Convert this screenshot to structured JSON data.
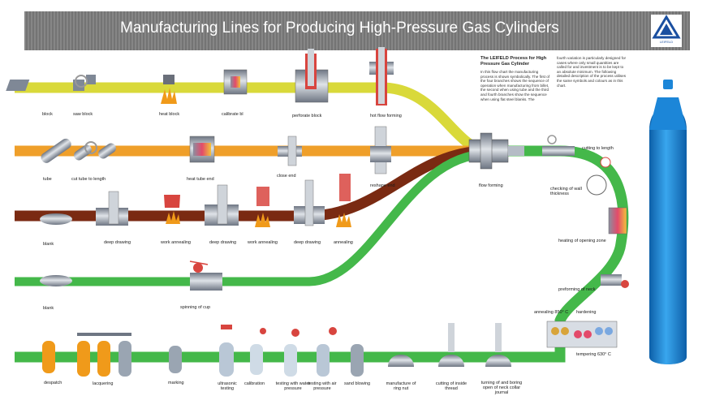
{
  "header": {
    "title": "Manufacturing Lines for Producing High-Pressure Gas Cylinders",
    "logo_text": "LEIFELD"
  },
  "description": {
    "title": "The LEIFELD Process for High Pressure Gas Cylinder",
    "col1": "In this flow chart the manufacturing process is shown symbolically. The first of the four branches shows the sequence of operation when manufacturing from billet, the second when using tube and the third and fourth branches show the sequence when using flat steel blanks. The",
    "col2": "fourth variation is particularly designed for cases where only small quantities are called for and investment is to be kept to an absolute minimum. The following detailed description of the process utilises the same symbols and colours as in this chart."
  },
  "labels": {
    "block": "block",
    "saw_block": "saw block",
    "heat_block": "heat block",
    "calibrate": "calibrate bl",
    "perforate_block": "perforate block",
    "hot_flow_forming": "hot flow forming",
    "tube": "tube",
    "cut_tube": "cut tube to length",
    "heat_tube_end": "heat tube end",
    "close_end": "close end",
    "reshape_end": "reshape end",
    "flow_forming": "flow forming",
    "cutting_to_length": "cutting to length",
    "checking_wall": "checking of wall thickness",
    "heating_opening": "heating of opening zone",
    "preforming_neck": "preforming of neck",
    "annealing": "annealing 850° C",
    "hardening": "hardening",
    "tempering": "tempering 630° C",
    "blank1": "blank",
    "deep_drawing1": "deep drawing",
    "work_annealing1": "work annealing",
    "deep_drawing2": "deep drawing",
    "work_annealing2": "work annealing",
    "deep_drawing3": "deep drawing",
    "annealing2": "annealing",
    "blank2": "blank",
    "spinning_cup": "spinning of cup",
    "despatch": "despatch",
    "lacquering": "lacquering",
    "marking": "marking",
    "ultrasonic": "ultrasonic testing",
    "calibration": "calibration",
    "water_pressure": "testing with water pressure",
    "air_pressure": "testing with air pressure",
    "sand_blowing": "sand blowing",
    "ring_nut": "manufacture of ring nut",
    "neck_thread": "cutting of inside thread",
    "neck_collar": "turning of and boring open of neck collar journal"
  },
  "colors": {
    "yellow_line": "#d9d93a",
    "orange_line": "#ef9f2a",
    "brown_line": "#7a2a12",
    "green_line": "#44b84a",
    "cylinder": "#1c86d8",
    "header_bg": "#7d7d7d"
  }
}
